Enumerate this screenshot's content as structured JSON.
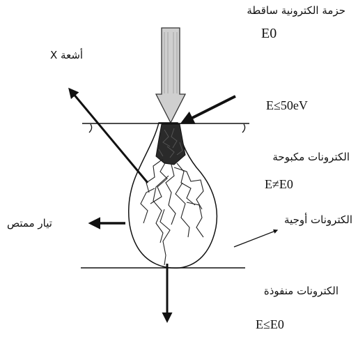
{
  "labels": {
    "incident_beam": "حزمة الكترونية ساقطة",
    "incident_energy": "E0",
    "xray": "أشعة X",
    "secondary_energy": "E≤50eV",
    "backscattered": "الكترونات مكبوحة",
    "backscattered_energy": "E≠E0",
    "auger": "الكترونات أوجية",
    "absorbed_current": "تيار ممتص",
    "transmitted": "الكترونات منفوذة",
    "transmitted_energy": "E≤E0"
  },
  "colors": {
    "ink": "#111111",
    "beam_fill": "#cfcfcf",
    "background": "#ffffff"
  }
}
